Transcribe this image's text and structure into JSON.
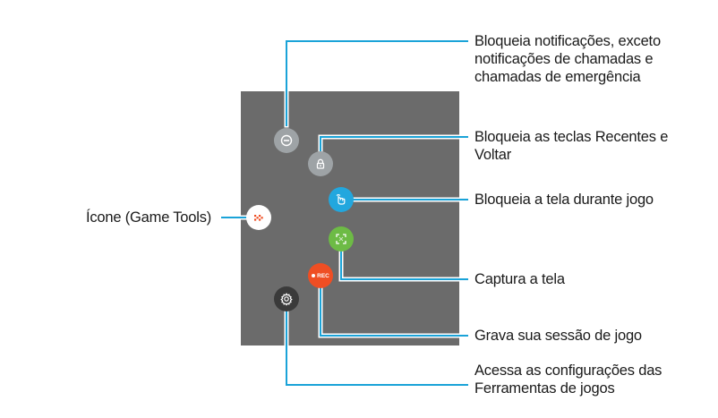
{
  "labels": {
    "block_notifications": [
      "Bloqueia notificações, exceto",
      "notificações de chamadas e",
      "chamadas de emergência"
    ],
    "block_keys": [
      "Bloqueia as teclas Recentes e",
      "Voltar"
    ],
    "lock_screen": "Bloqueia a tela durante jogo",
    "game_tools_icon": "Ícone (Game Tools)",
    "screenshot": "Captura a tela",
    "record": "Grava sua sessão de jogo",
    "settings": [
      "Acessa as configurações das",
      "Ferramentas de jogos"
    ]
  },
  "buttons": {
    "rec_label": "REC"
  },
  "colors": {
    "screen_bg": "#6b6b6b",
    "leader_line": "#1aa3d8",
    "dnd_button": "#9ea3a6",
    "lock_button": "#9ea3a6",
    "touch_lock_button": "#22a7de",
    "capture_button": "#6dbb45",
    "record_button": "#ef4e23",
    "settings_button": "#3a3a3a",
    "game_tools_button": "#ffffff"
  },
  "icons": {
    "dnd": "minus-circle-icon",
    "lock": "padlock-icon",
    "touch_lock": "hand-touch-icon",
    "capture": "screenshot-frame-icon",
    "settings": "gear-icon",
    "game_tools": "game-tools-icon"
  }
}
